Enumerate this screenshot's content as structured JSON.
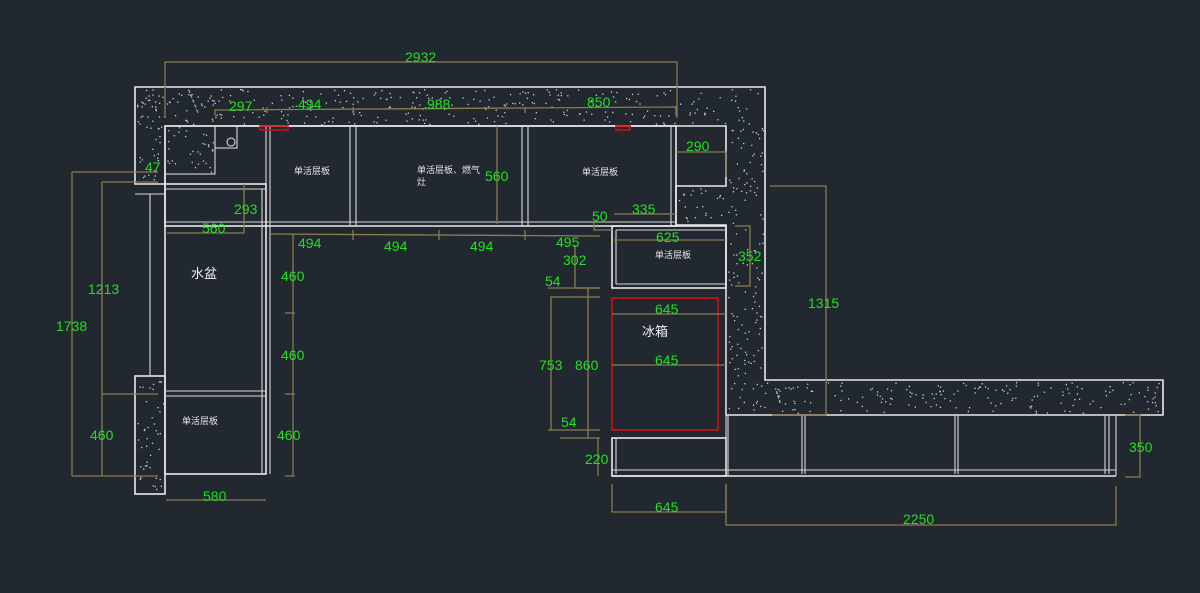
{
  "drawing": {
    "title": "Kitchen cabinet layout plan",
    "colors": {
      "background": "#212830",
      "walls": "#e8e8e8",
      "dimension_lines": "#8c7c4c",
      "dimension_text": "#22e022",
      "fridge_outline": "#d01010",
      "labels": "#e6e6e6"
    },
    "labels": {
      "sink": "水盆",
      "fridge": "冰箱",
      "cabinet_single_shelf": "单活层板",
      "cabinet_shelf_stove_line1": "单活层板、燃气",
      "cabinet_shelf_stove_line2": "灶"
    },
    "dimensions": {
      "overall_top": "2932",
      "top_seg_1": "297",
      "top_seg_2": "494",
      "top_seg_3": "988",
      "top_seg_4": "850",
      "right_notch": "290",
      "top_depth": "560",
      "left_offset": "47",
      "left_corner_depth": "293",
      "left_width": "560",
      "wall_seg_1": "494",
      "wall_seg_2": "494",
      "wall_seg_3": "494",
      "wall_seg_4": "495",
      "gap_50": "50",
      "upper_right_335": "335",
      "cab_width_625": "625",
      "cab_depth_352": "352",
      "dim_302": "302",
      "dim_54_top": "54",
      "fridge_width_top": "645",
      "fridge_width_mid": "645",
      "dim_753": "753",
      "dim_860": "860",
      "dim_54_bottom": "54",
      "dim_220": "220",
      "bottom_645": "645",
      "overall_1315": "1315",
      "left_1213": "1213",
      "left_1738": "1738",
      "left_460": "460",
      "vert_460_a": "460",
      "vert_460_b": "460",
      "vert_460_c": "460",
      "bottom_580": "580",
      "bottom_2250": "2250",
      "right_350": "350"
    }
  }
}
